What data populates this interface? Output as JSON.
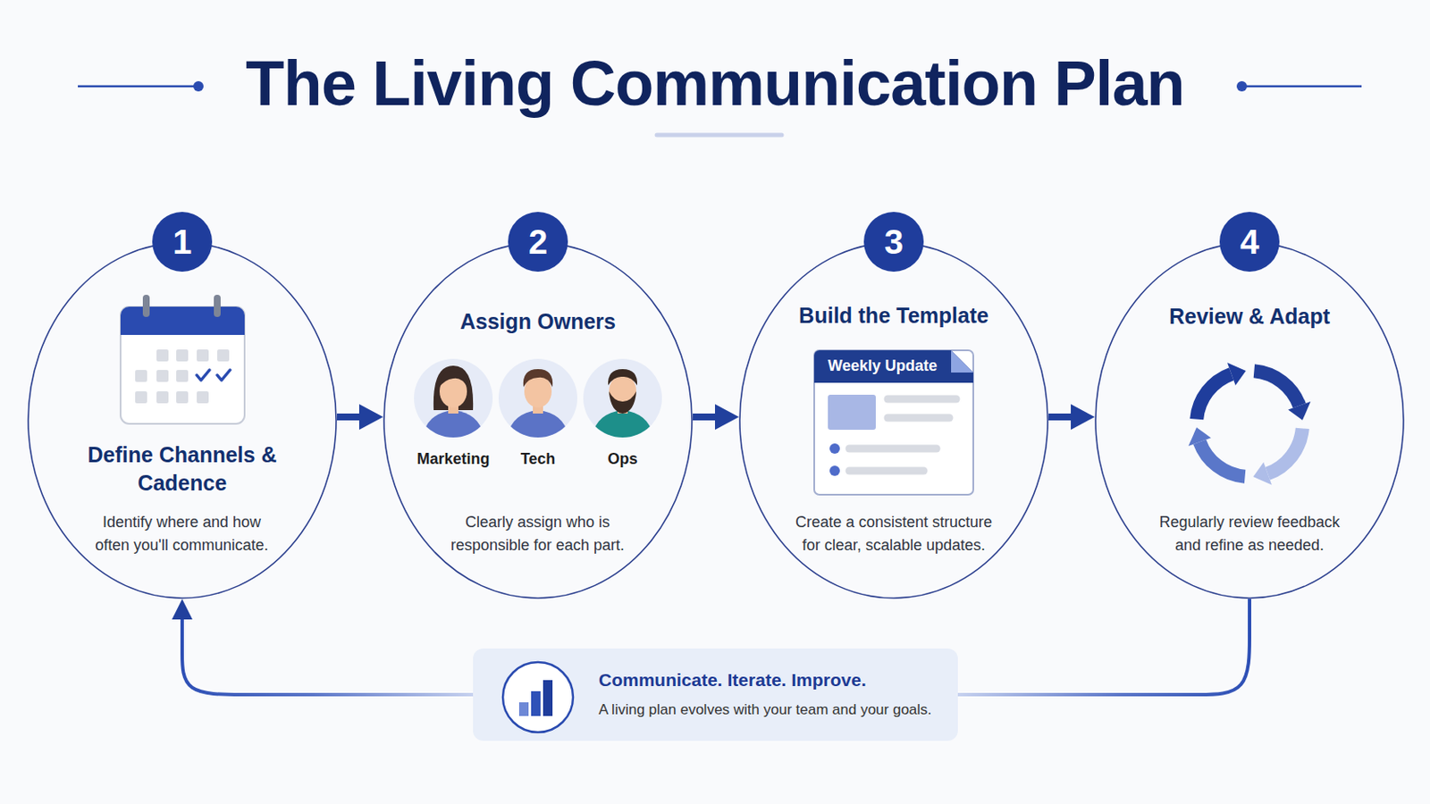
{
  "diagram": {
    "title": "The Living Communication Plan",
    "nodes": [
      {
        "text": [
          "Define Channels & Cadence",
          "Identify where and how often you'll communicate."
        ]
      },
      {
        "text": [
          "1"
        ],
        "in": 0
      },
      {
        "text": [
          "Assign Owners",
          "Marketing",
          "Tech",
          "Ops",
          "Clearly assign who is responsible for each part."
        ]
      },
      {
        "text": [
          "2"
        ],
        "in": 2
      },
      {
        "text": [
          "Build the Template",
          "Weekly Update",
          "Create a consistent structure for clear, scalable updates."
        ]
      },
      {
        "text": [
          "3"
        ],
        "in": 4
      },
      {
        "text": [
          "Review & Adapt",
          "Regularly review feedback and refine as needed."
        ]
      },
      {
        "text": [
          "4"
        ],
        "in": 6
      },
      {
        "text": [
          "Communicate. Iterate. Improve.",
          "A living plan evolves with your team and your goals."
        ]
      }
    ],
    "edges": [
      {
        "from": 0,
        "to": 2,
        "arrow": "to"
      },
      {
        "from": 2,
        "to": 4,
        "arrow": "to"
      },
      {
        "from": 4,
        "to": 6,
        "arrow": "to"
      },
      {
        "from": 6,
        "to": 8,
        "arrow": "none"
      },
      {
        "from": 8,
        "to": 0,
        "arrow": "to"
      }
    ]
  }
}
